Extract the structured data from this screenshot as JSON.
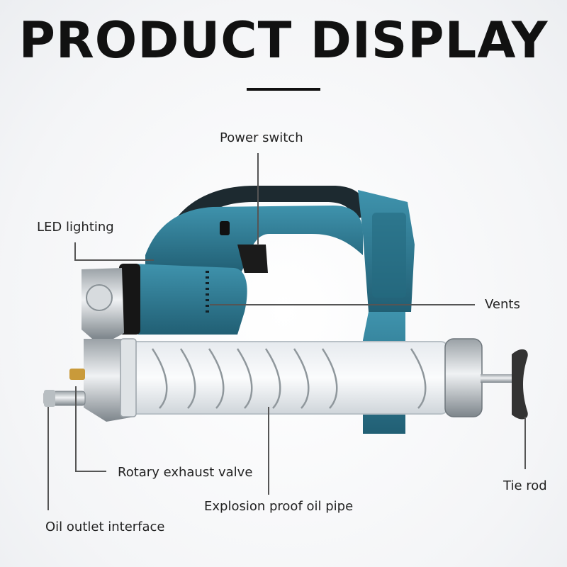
{
  "title": "PRODUCT DISPLAY",
  "labels": {
    "power_switch": "Power switch",
    "led_lighting": "LED lighting",
    "vents": "Vents",
    "rotary_exhaust_valve": "Rotary exhaust valve",
    "tie_rod": "Tie rod",
    "explosion_proof_oil_pipe": "Explosion proof oil pipe",
    "oil_outlet_interface": "Oil outlet interface"
  },
  "colors": {
    "body_blue": "#2f7d96",
    "body_dark": "#1d2a30",
    "accent_black": "#111111"
  }
}
